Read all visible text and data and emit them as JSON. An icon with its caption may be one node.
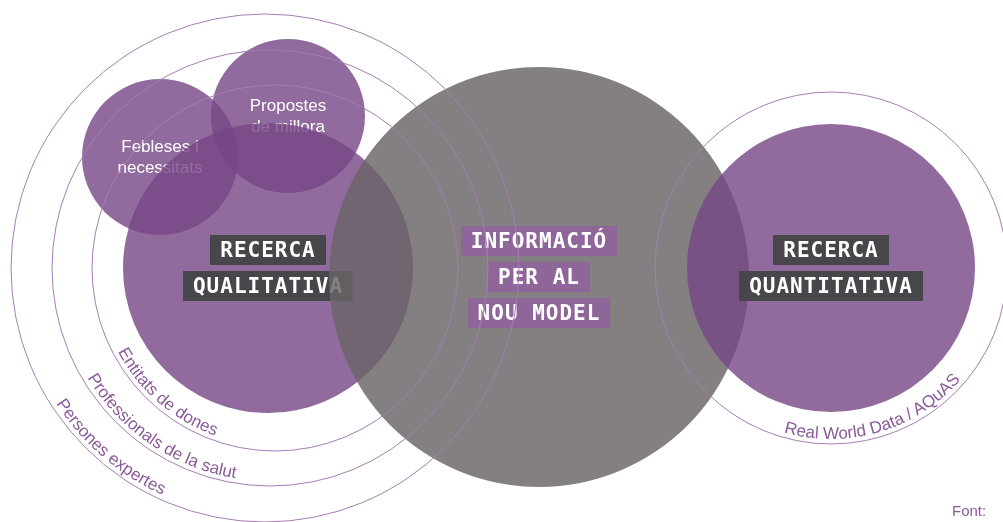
{
  "diagram": {
    "nodes": [
      {
        "text": [
          "Febleses i necessitats"
        ]
      },
      {
        "text": [
          "Propostes de millora"
        ]
      },
      {
        "text": [
          "RECERCA",
          "QUALITATIVA"
        ]
      },
      {
        "text": [
          "INFORMACIÓ",
          "PER AL",
          "NOU MODEL"
        ]
      },
      {
        "text": [
          "RECERCA",
          "QUANTITATIVA"
        ]
      }
    ],
    "labels": [
      "Entitats de dones",
      "Professionals de la salut",
      "Persones expertes",
      "Real World Data / AQuAS",
      "Font:"
    ]
  }
}
